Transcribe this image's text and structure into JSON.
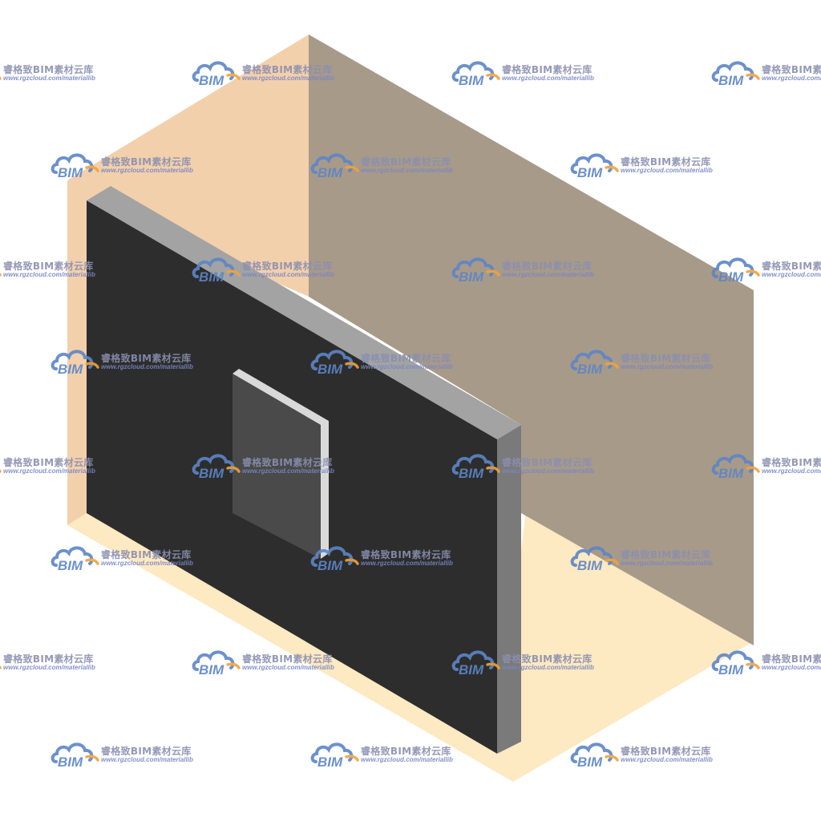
{
  "scene": {
    "colors": {
      "floor": "#fde9c2",
      "left_wall": "#f3d0ac",
      "back_wall": "#a89a89",
      "panel_face": "#2d2d2d",
      "panel_top_edge": "#a3a3a3",
      "panel_side_edge": "#7a7a7a",
      "door_face": "#4a4a4a",
      "door_edge": "#d9d9d9"
    }
  },
  "watermark": {
    "brand": "BIM",
    "title": "睿格致BIM素材云库",
    "url": "www.rgzcloud.com/materiallib",
    "icon": "cloud-logo-icon",
    "colors": {
      "cloud": "#5c86c8",
      "accent": "#f2a23a",
      "text": "#8a8fb0"
    }
  }
}
